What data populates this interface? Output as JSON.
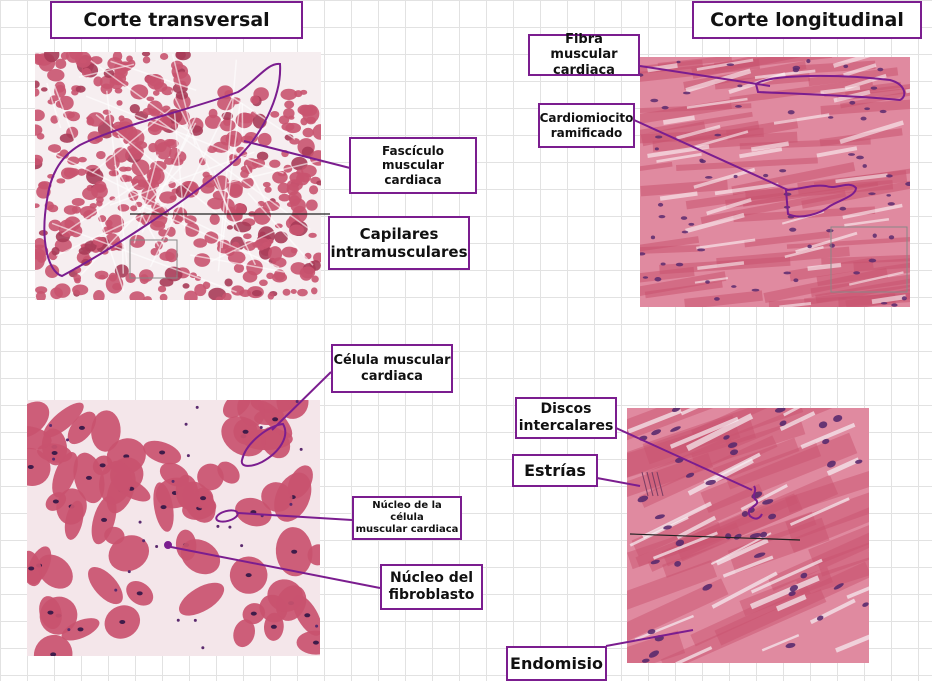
{
  "titles": {
    "transversal": "Corte transversal",
    "longitudinal": "Corte longitudinal"
  },
  "labels": {
    "fasciculo": [
      "Fascículo muscular",
      "cardiaca"
    ],
    "capilares": [
      "Capilares",
      "intramusculares"
    ],
    "fibra": [
      "Fibra muscular",
      "cardiaca"
    ],
    "cardiomiocito": [
      "Cardiomiocito",
      "ramificado"
    ],
    "celula": [
      "Célula muscular",
      "cardiaca"
    ],
    "nucleo_celula": [
      "Núcleo de la célula",
      "muscular cardiaca"
    ],
    "nucleo_fibroblasto": [
      "Núcleo del",
      "fibroblasto"
    ],
    "discos": [
      "Discos",
      "intercalares"
    ],
    "estrias": "Estrías",
    "endomisio": "Endomisio"
  },
  "colors": {
    "annotation": "#7b1d8f",
    "tissue": "#c9536f",
    "tissue_light": "#e08aa0",
    "tissue_bg": "#f3dde4",
    "nucleus": "#5a2a6e"
  }
}
